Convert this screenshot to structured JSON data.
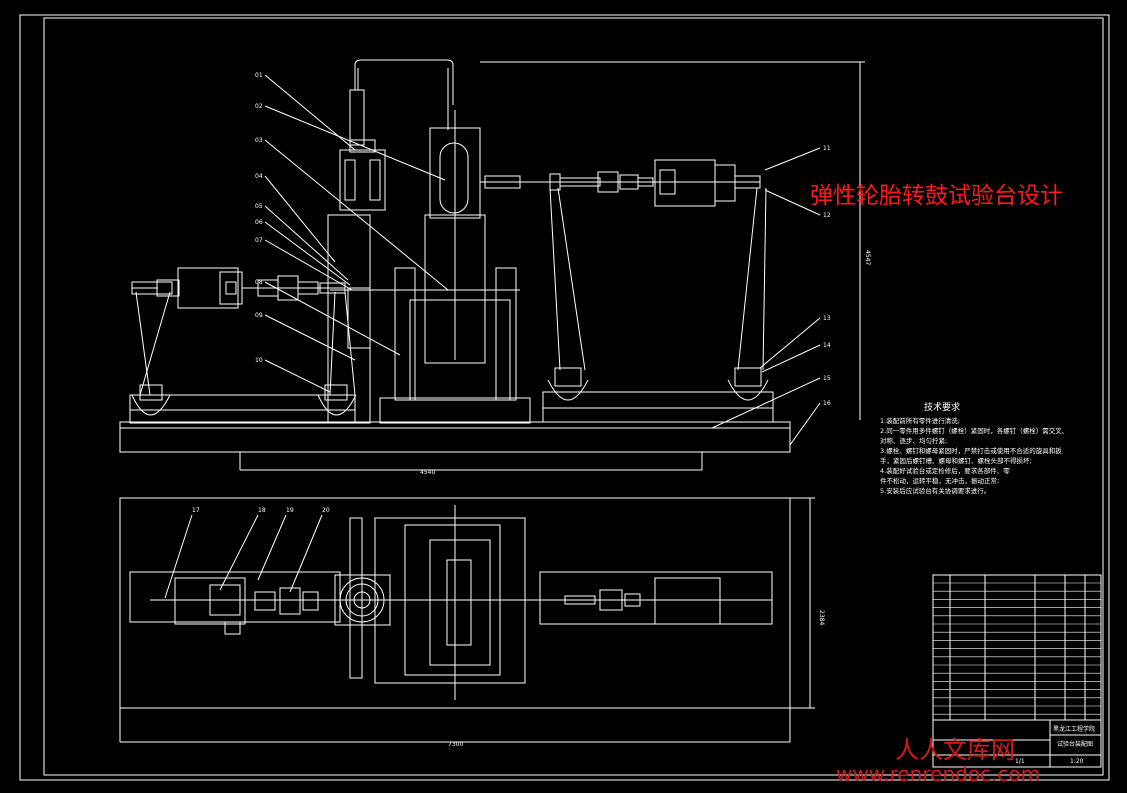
{
  "title": "弹性轮胎转鼓试验台设计",
  "watermark": {
    "cn": "人人文库网",
    "url": "www.renrendoc.com"
  },
  "dimensions": {
    "front_width": "4540",
    "total_width": "7300",
    "plan_height": "2384",
    "side_height": "4547"
  },
  "technical_requirements": {
    "title": "技术要求",
    "lines": [
      "1.装配前所有零件进行清洗;",
      "2.同一零件用多件螺钉（螺栓）紧固时，各螺钉（螺栓）需交叉、",
      "  对称、逐步、均匀拧紧;",
      "3.螺栓、螺钉和螺母紧固时，严禁打击或使用不合适的旋具和扳",
      "  手，紧固后螺钉槽、螺母和螺钉、螺栓头部不得损坏;",
      "4.装配好试验台或定检修后，要求各部件、零",
      "  件不松动，运转平稳，无冲击，振动正常;",
      "5.安装后应试验台有关协调要求进行。"
    ]
  },
  "title_block": {
    "drawing_name": "试验台装配图",
    "school": "黑龙江工程学院",
    "scale": "1:20",
    "sheet": "1/1"
  },
  "labels_front": [
    "01",
    "02",
    "03",
    "04",
    "05",
    "06",
    "07",
    "08",
    "09",
    "10",
    "11",
    "12",
    "13",
    "14",
    "15",
    "16"
  ],
  "labels_plan": [
    "17",
    "18",
    "19",
    "20"
  ]
}
